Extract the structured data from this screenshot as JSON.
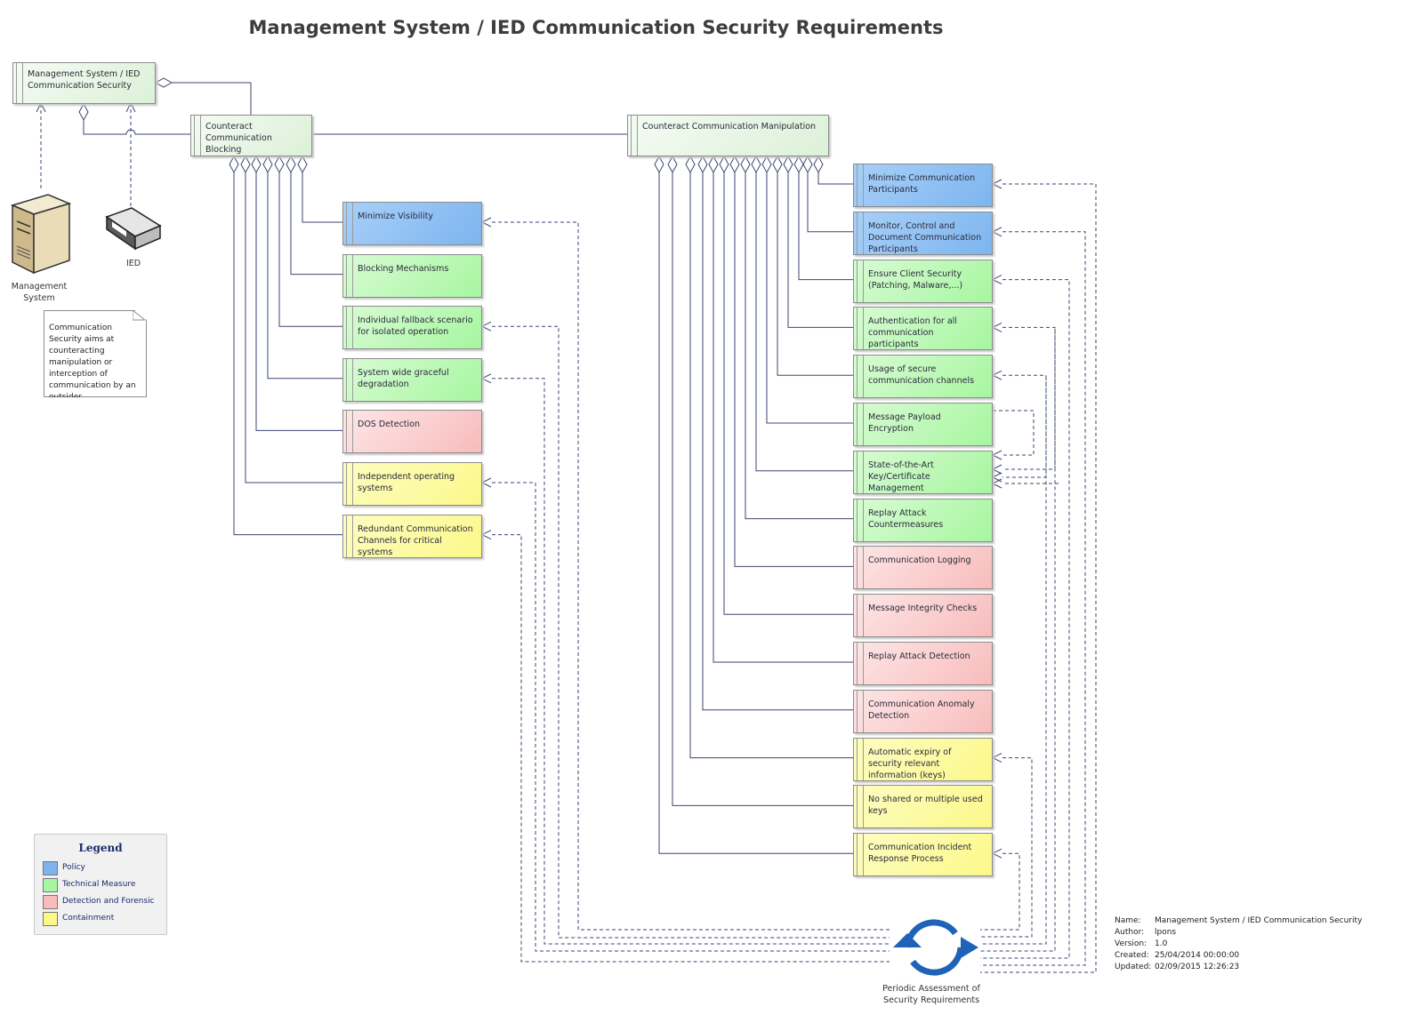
{
  "title": "Management System / IED Communication Security Requirements",
  "root": {
    "label": "Management System / IED Communication Security"
  },
  "groups": {
    "blocking": "Counteract Communication Blocking",
    "manipulation": "Counteract Communication Manipulation"
  },
  "actors": {
    "management_system": "Management System",
    "ied": "IED"
  },
  "note": "Communication Security aims at counteracting manipulation or interception of communication by an outsider",
  "blocking_requirements": [
    {
      "label": "Minimize Visibility",
      "category": "policy"
    },
    {
      "label": "Blocking Mechanisms",
      "category": "tech"
    },
    {
      "label": "Individual fallback scenario for isolated operation",
      "category": "tech"
    },
    {
      "label": "System wide graceful degradation",
      "category": "tech"
    },
    {
      "label": "DOS Detection",
      "category": "detect"
    },
    {
      "label": "Independent operating systems",
      "category": "contain"
    },
    {
      "label": "Redundant Communication Channels for critical systems",
      "category": "contain"
    }
  ],
  "manipulation_requirements": [
    {
      "label": "Minimize Communication Participants",
      "category": "policy"
    },
    {
      "label": "Monitor, Control and Document Communication Participants",
      "category": "policy"
    },
    {
      "label": "Ensure Client Security (Patching, Malware,...)",
      "category": "tech"
    },
    {
      "label": "Authentication for all communication participants",
      "category": "tech"
    },
    {
      "label": "Usage of secure communication channels",
      "category": "tech"
    },
    {
      "label": "Message Payload Encryption",
      "category": "tech"
    },
    {
      "label": "State-of-the-Art Key/Certificate Management",
      "category": "tech"
    },
    {
      "label": "Replay Attack Countermeasures",
      "category": "tech"
    },
    {
      "label": "Communication Logging",
      "category": "detect"
    },
    {
      "label": "Message Integrity Checks",
      "category": "detect"
    },
    {
      "label": "Replay Attack Detection",
      "category": "detect"
    },
    {
      "label": "Communication Anomaly Detection",
      "category": "detect"
    },
    {
      "label": "Automatic expiry of security relevant information (keys)",
      "category": "contain"
    },
    {
      "label": "No shared or multiple used keys",
      "category": "contain"
    },
    {
      "label": "Communication Incident Response Process",
      "category": "contain"
    }
  ],
  "process": {
    "label": "Periodic Assessment of Security Requirements",
    "icon": "cycle-icon",
    "color": "#1f63b8"
  },
  "legend": {
    "title": "Legend",
    "items": [
      {
        "label": "Policy",
        "color": "#7db4ef"
      },
      {
        "label": "Technical Measure",
        "color": "#a6f6a0"
      },
      {
        "label": "Detection and Forensic",
        "color": "#f8bcbc"
      },
      {
        "label": "Containment",
        "color": "#fbf889"
      }
    ]
  },
  "metadata": {
    "name_key": "Name:",
    "name": "Management System / IED Communication Security",
    "author_key": "Author:",
    "author": "lpons",
    "version_key": "Version:",
    "version": "1.0",
    "created_key": "Created:",
    "created": "25/04/2014 00:00:00",
    "updated_key": "Updated:",
    "updated": "02/09/2015 12:26:23"
  }
}
